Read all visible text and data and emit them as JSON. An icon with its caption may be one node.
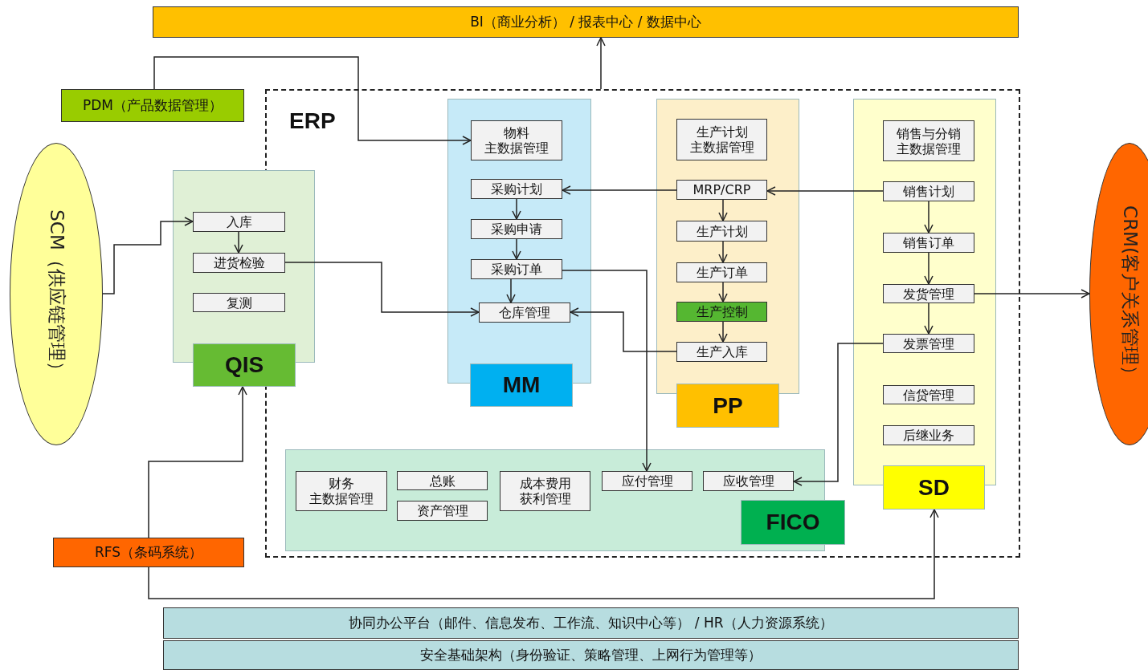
{
  "diagram": {
    "nodes": [
      {
        "text": [
          "BI（商业分析） / 报表中心 / 数据中心"
        ]
      },
      {
        "text": [
          "PDM（产品数据管理）"
        ]
      },
      {
        "text": [
          "SCM（供应链管理）"
        ]
      },
      {
        "text": [
          "ERP"
        ]
      },
      {
        "text": [
          "QIS"
        ]
      },
      {
        "text": [
          "入库"
        ],
        "in": 4
      },
      {
        "text": [
          "进货检验"
        ],
        "in": 4
      },
      {
        "text": [
          "复测"
        ],
        "in": 4
      },
      {
        "text": [
          "MM"
        ],
        "in": 3
      },
      {
        "text": [
          "物料主数据管理"
        ],
        "in": 8
      },
      {
        "text": [
          "采购计划"
        ],
        "in": 8
      },
      {
        "text": [
          "采购申请"
        ],
        "in": 8
      },
      {
        "text": [
          "采购订单"
        ],
        "in": 8
      },
      {
        "text": [
          "仓库管理"
        ],
        "in": 8
      },
      {
        "text": [
          "PP"
        ],
        "in": 3
      },
      {
        "text": [
          "生产计划主数据管理"
        ],
        "in": 14
      },
      {
        "text": [
          "MRP/CRP"
        ],
        "in": 14
      },
      {
        "text": [
          "生产计划"
        ],
        "in": 14
      },
      {
        "text": [
          "生产订单"
        ],
        "in": 14
      },
      {
        "text": [
          "生产控制"
        ],
        "in": 14
      },
      {
        "text": [
          "生产入库"
        ],
        "in": 14
      },
      {
        "text": [
          "SD"
        ],
        "in": 3
      },
      {
        "text": [
          "销售与分销主数据管理"
        ],
        "in": 21
      },
      {
        "text": [
          "销售计划"
        ],
        "in": 21
      },
      {
        "text": [
          "销售订单"
        ],
        "in": 21
      },
      {
        "text": [
          "发货管理"
        ],
        "in": 21
      },
      {
        "text": [
          "发票管理"
        ],
        "in": 21
      },
      {
        "text": [
          "信贷管理"
        ],
        "in": 21
      },
      {
        "text": [
          "后继业务"
        ],
        "in": 21
      },
      {
        "text": [
          "FICO"
        ],
        "in": 3
      },
      {
        "text": [
          "财务主数据管理"
        ],
        "in": 29
      },
      {
        "text": [
          "总账"
        ],
        "in": 29
      },
      {
        "text": [
          "资产管理"
        ],
        "in": 29
      },
      {
        "text": [
          "成本费用获利管理"
        ],
        "in": 29
      },
      {
        "text": [
          "应付管理"
        ],
        "in": 29
      },
      {
        "text": [
          "应收管理"
        ],
        "in": 29
      },
      {
        "text": [
          "CRM(客户关系管理）"
        ]
      },
      {
        "text": [
          "RFS（条码系统）"
        ]
      },
      {
        "text": [
          "协同办公平台（邮件、信息发布、工作流、知识中心等） / HR（人力资源系统）"
        ]
      },
      {
        "text": [
          "安全基础架构（身份验证、策略管理、上网行为管理等）"
        ]
      }
    ],
    "edges": [
      {
        "from": 3,
        "to": 0,
        "arrow": "to"
      },
      {
        "from": 1,
        "to": 9,
        "arrow": "to"
      },
      {
        "from": 2,
        "to": 5,
        "arrow": "to"
      },
      {
        "from": 5,
        "to": 6,
        "arrow": "to"
      },
      {
        "from": 6,
        "to": 13,
        "arrow": "to"
      },
      {
        "from": 10,
        "to": 11,
        "arrow": "to"
      },
      {
        "from": 11,
        "to": 12,
        "arrow": "to"
      },
      {
        "from": 12,
        "to": 13,
        "arrow": "to"
      },
      {
        "from": 16,
        "to": 10,
        "arrow": "to"
      },
      {
        "from": 23,
        "to": 16,
        "arrow": "to"
      },
      {
        "from": 16,
        "to": 17,
        "arrow": "to"
      },
      {
        "from": 17,
        "to": 18,
        "arrow": "to"
      },
      {
        "from": 18,
        "to": 19,
        "arrow": "to"
      },
      {
        "from": 19,
        "to": 20,
        "arrow": "to"
      },
      {
        "from": 20,
        "to": 13,
        "arrow": "to"
      },
      {
        "from": 12,
        "to": 34,
        "arrow": "to"
      },
      {
        "from": 23,
        "to": 24,
        "arrow": "to"
      },
      {
        "from": 24,
        "to": 25,
        "arrow": "to"
      },
      {
        "from": 25,
        "to": 26,
        "arrow": "to"
      },
      {
        "from": 26,
        "to": 35,
        "arrow": "to"
      },
      {
        "from": 25,
        "to": 36,
        "arrow": "to"
      },
      {
        "from": 37,
        "to": 4,
        "arrow": "to"
      },
      {
        "from": 37,
        "to": 21,
        "arrow": "to"
      }
    ]
  }
}
